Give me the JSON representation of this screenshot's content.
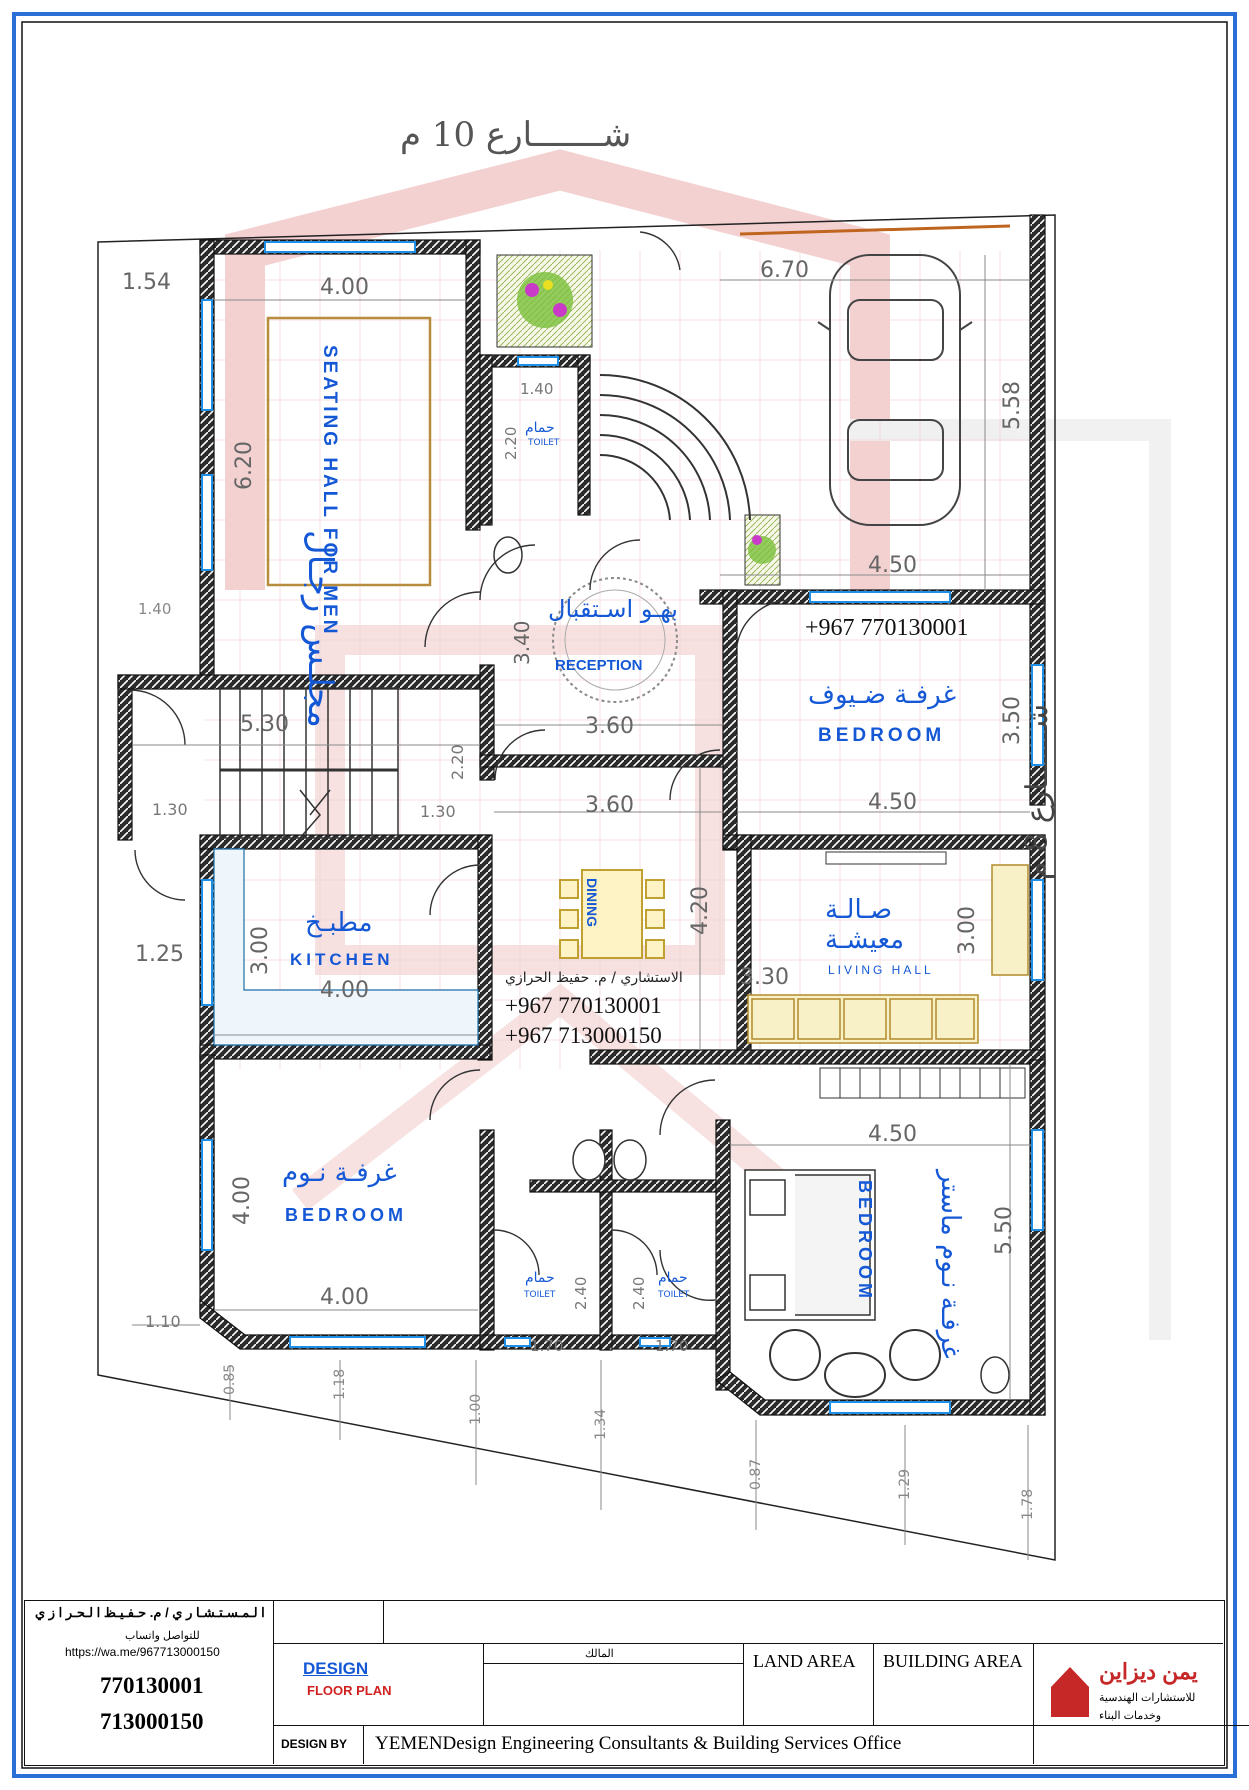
{
  "street": {
    "top_label": "شـــــــارع 10 م",
    "right_label": "شــــــارع 8 م"
  },
  "rooms": {
    "men_hall": {
      "ar": "مجلـس رجـال",
      "en": "SEATING HALL FOR MEN"
    },
    "toilet_top": {
      "ar": "حمام",
      "en": "TOILET"
    },
    "reception": {
      "ar": "بهـو اسـتقبال",
      "en": "RECEPTION"
    },
    "guest_bedroom": {
      "ar": "غرفـة ضـيوف",
      "en": "BEDROOM"
    },
    "kitchen": {
      "ar": "مطبـخ",
      "en": "KITCHEN"
    },
    "dining": {
      "en": "DINING"
    },
    "living": {
      "ar1": "صـالـة",
      "ar2": "معيشـة",
      "en": "LIVING HALL"
    },
    "bedroom_left": {
      "ar": "غرفـة نـوم",
      "en": "BEDROOM"
    },
    "toilet_left": {
      "ar": "حمام",
      "en": "TOILET"
    },
    "toilet_right": {
      "ar": "حمام",
      "en": "TOILET"
    },
    "master_bedroom": {
      "ar": "غرفـة نـوم ماستر",
      "en": "BEDROOM"
    }
  },
  "contact": {
    "phone_top": "+967 770130001",
    "consultant": "الاستشاري / م. حفيظ الحرازي",
    "phone_1": "+967 770130001",
    "phone_2": "+967 713000150"
  },
  "dimensions": {
    "d_1_54": "1.54",
    "d_4_00_hall": "4.00",
    "d_6_20": "6.20",
    "d_1_40_top": "1.40",
    "d_2_20_toilet": "2.20",
    "d_6_70": "6.70",
    "d_5_58": "5.58",
    "d_4_50_garage": "4.50",
    "d_1_40_left": "1.40",
    "d_3_40": "3.40",
    "d_5_30": "5.30",
    "d_3_60_a": "3.60",
    "d_3_50": "3.50",
    "d_2_20_stair": "2.20",
    "d_1_30_a": "1.30",
    "d_1_30_b": "1.30",
    "d_3_60_b": "3.60",
    "d_4_50_bed": "4.50",
    "d_4_20": "4.20",
    "d_3_00_kit": "3.00",
    "d_1_25": "1.25",
    "d_4_00_kit": "4.00",
    "d_3_30": "3.30",
    "d_3_00_liv": "3.00",
    "d_4_50_master": "4.50",
    "d_4_00_bed_v": "4.00",
    "d_4_00_bed_h": "4.00",
    "d_2_40_a": "2.40",
    "d_2_40_b": "2.40",
    "d_5_50": "5.50",
    "d_1_10": "1.10",
    "d_1_70_a": "1.70",
    "d_1_70_b": "1.70",
    "d_0_85": "0.85",
    "d_1_18": "1.18",
    "d_1_00": "1.00",
    "d_1_34": "1.34",
    "d_0_87": "0.87",
    "d_1_29": "1.29",
    "d_1_78": "1.78"
  },
  "title_block": {
    "designer_ar": "ا لـمـسـتـشـا ر ي / م. حـفـيـظ ا لـحـر ا ز ي",
    "whatsapp_ar": "للتواصل واتساب",
    "whatsapp_url": "https://wa.me/967713000150",
    "phone_1": "770130001",
    "phone_2": "713000150",
    "design_label": "DESIGN",
    "floor_plan": "FLOOR PLAN",
    "owner_ar": "المالك",
    "land_area": "LAND AREA",
    "building_area": "BUILDING AREA",
    "design_by": "DESIGN BY",
    "office": "YEMENDesign Engineering Consultants & Building Services Office",
    "logo_name_ar": "يمن ديزاين",
    "logo_line1_ar": "للاستشارات الهندسية",
    "logo_line2_ar": "وخدمات البناء"
  },
  "colors": {
    "wall": "#2b2b2b",
    "wall_hatch": "#ffffff",
    "window": "#1e8fe6",
    "room_label": "#1558d6",
    "dimension": "#707070",
    "frame": "#2a6fd6",
    "watermark": "#e38a8a"
  }
}
